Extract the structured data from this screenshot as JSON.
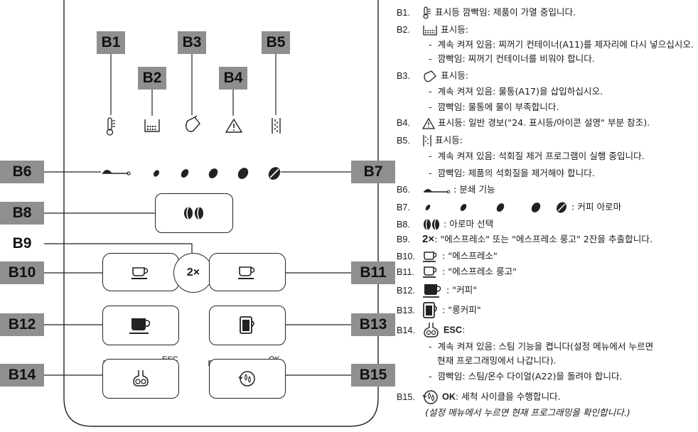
{
  "labels": {
    "b1": "B1",
    "b2": "B2",
    "b3": "B3",
    "b4": "B4",
    "b5": "B5",
    "b6": "B6",
    "b7": "B7",
    "b8": "B8",
    "b9": "B9",
    "b10": "B10",
    "b11": "B11",
    "b12": "B12",
    "b13": "B13",
    "b14": "B14",
    "b15": "B15"
  },
  "panel": {
    "double_label": "2×",
    "esc": "ESC",
    "ok": "OK"
  },
  "legend": {
    "b1": {
      "code": "B1.",
      "text": "표시등 깜빡임: 제품이 가열 중입니다."
    },
    "b2": {
      "code": "B2.",
      "text": "표시등:",
      "items": [
        "계속 켜져 있음: 찌꺼기 컨테이너(A11)를 제자리에 다시  넣으십시오.",
        "깜빡임: 찌꺼기 컨테이너를 비워야 합니다."
      ]
    },
    "b3": {
      "code": "B3.",
      "text": "표시등:",
      "items": [
        "계속 켜져 있음: 물통(A17)을 삽입하십시오.",
        "깜빡임: 물통에 물이 부족합니다."
      ]
    },
    "b4": {
      "code": "B4.",
      "text": "표시등: 일반 경보(\"24. 표시등/아이콘 설명\" 부분 참조)."
    },
    "b5": {
      "code": "B5.",
      "text": "표시등:",
      "items": [
        "계속 켜져 있음: 석회질 제거 프로그램이 실행 중입니다.",
        "깜빡임: 제품의 석회질을 제거해야 합니다."
      ]
    },
    "b6": {
      "code": "B6.",
      "text": ": 분쇄 기능"
    },
    "b7": {
      "code": "B7.",
      "text": ": 커피 아로마"
    },
    "b8": {
      "code": "B8.",
      "text": ": 아로마 선택"
    },
    "b9": {
      "code": "B9.",
      "icon": "2×",
      "text": ": \"에스프레소\" 또는 \"에스프레소 룽고\" 2잔을 추출합니다."
    },
    "b10": {
      "code": "B10.",
      "text": ": \"에스프레소\""
    },
    "b11": {
      "code": "B11.",
      "text": ": \"에스프레소 룽고\""
    },
    "b12": {
      "code": "B12.",
      "text": ": \"커피\""
    },
    "b13": {
      "code": "B13.",
      "text": ": \"롱커피\""
    },
    "b14": {
      "code": "B14.",
      "esc": "ESC",
      "items": [
        "계속 켜져 있음: 스팀 기능을 켭니다(설정 메뉴에서 누르면",
        "현재 프로그래밍에서 나갑니다).",
        "깜빡임: 스팀/온수 다이얼(A22)을 돌려야 합니다."
      ]
    },
    "b15": {
      "code": "B15.",
      "ok": "OK",
      "text": ": 세척 사이클을 수행합니다.",
      "note": "(설정 메뉴에서 누르면 현재 프로그래밍을 확인합니다.)"
    }
  },
  "icons": [
    "thermometer-icon",
    "grounds-container-icon",
    "water-tank-icon",
    "warning-icon",
    "descale-icon",
    "grind-spoon-icon",
    "coffee-bean-icon",
    "double-bean-icon",
    "espresso-cup-icon",
    "espresso-lungo-cup-icon",
    "coffee-cup-icon",
    "long-coffee-icon",
    "steam-icon",
    "rinse-icon"
  ]
}
